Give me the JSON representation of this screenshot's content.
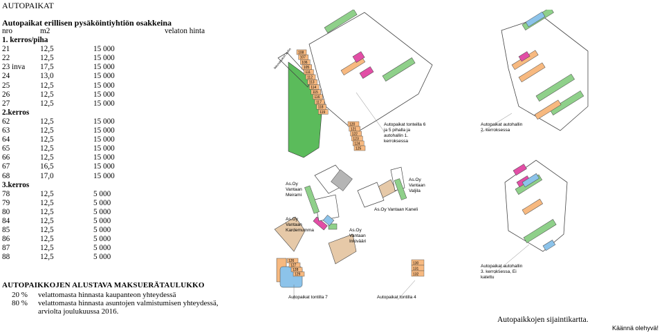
{
  "title": "AUTOPAIKAT",
  "subtitle": "Autopaikat erillisen pysäköintiyhtiön osakkeina",
  "table": {
    "header": {
      "nro": "nro",
      "m2": "m2",
      "price": "velaton hinta"
    },
    "sections": [
      {
        "label": "1. kerros/piha",
        "rows": [
          {
            "nro": "21",
            "m2": "12,5",
            "price": "15 000"
          },
          {
            "nro": "22",
            "m2": "12,5",
            "price": "15 000"
          },
          {
            "nro": "23 inva",
            "m2": "17,5",
            "price": "15 000"
          },
          {
            "nro": "24",
            "m2": "13,0",
            "price": "15 000"
          },
          {
            "nro": "25",
            "m2": "12,5",
            "price": "15 000"
          },
          {
            "nro": "26",
            "m2": "12,5",
            "price": "15 000"
          },
          {
            "nro": "27",
            "m2": "12,5",
            "price": "15 000"
          }
        ]
      },
      {
        "label": "2.kerros",
        "rows": [
          {
            "nro": "62",
            "m2": "12,5",
            "price": "15 000"
          },
          {
            "nro": "63",
            "m2": "12,5",
            "price": "15 000"
          },
          {
            "nro": "64",
            "m2": "12,5",
            "price": "15 000"
          },
          {
            "nro": "65",
            "m2": "12,5",
            "price": "15 000"
          },
          {
            "nro": "66",
            "m2": "12,5",
            "price": "15 000"
          },
          {
            "nro": "67",
            "m2": "16,5",
            "price": "15 000"
          },
          {
            "nro": "68",
            "m2": "17,0",
            "price": "15 000"
          }
        ]
      },
      {
        "label": "3.kerros",
        "rows": [
          {
            "nro": "78",
            "m2": "12,5",
            "price": "5 000"
          },
          {
            "nro": "79",
            "m2": "12,5",
            "price": "5 000"
          },
          {
            "nro": "80",
            "m2": "12,5",
            "price": "5 000"
          },
          {
            "nro": "84",
            "m2": "12,5",
            "price": "5 000"
          },
          {
            "nro": "85",
            "m2": "12,5",
            "price": "5 000"
          },
          {
            "nro": "86",
            "m2": "12,5",
            "price": "5 000"
          },
          {
            "nro": "87",
            "m2": "12,5",
            "price": "5 000"
          },
          {
            "nro": "88",
            "m2": "12,5",
            "price": "5 000"
          }
        ]
      }
    ]
  },
  "schedule": {
    "heading": "AUTOPAIKKOJEN ALUSTAVA MAKSUERÄTAULUKKO",
    "rows": [
      {
        "pct": "20 %",
        "text": "velattomasta hinnasta kaupanteon yhteydessä"
      },
      {
        "pct": "80 %",
        "text": "velattomasta hinnasta asuntojen valmistumisen yhteydessä,"
      },
      {
        "pct": "",
        "text": "arviolta joulukuussa 2016."
      }
    ]
  },
  "map": {
    "labels": {
      "street": "Ikkunaaukon aukio",
      "ground": "Autopaikat tonteilla 6 ja 5 pihalla ja autohallin 1. kerroksessa",
      "floor2": "Autopaikat autohallin 2. kerroksessa",
      "floor3": "Autopaikat autohallin 3. kerroksessa, Ei katettu",
      "plot7": "Autopaikat tontilla 7",
      "plot4": "Autopaikat tontilla 4",
      "meirami": "As.Oy Vantaan Meirami",
      "valjila": "As.Oy Vantaan Valjila",
      "kaneli": "As.Oy Vantaan Kaneli",
      "kardemumma": "As.Oy Vantaan Kardemumma",
      "inkivaari": "As.Oy Vantaan Inkivääri"
    },
    "spots_upper": [
      "108",
      "107",
      "106",
      "105",
      "111",
      "112",
      "113",
      "114",
      "115",
      "116",
      "117",
      "118",
      "119"
    ],
    "spots_lower": [
      "120",
      "121",
      "122",
      "123",
      "124",
      "125"
    ],
    "spots_plot7": [
      "126",
      "127",
      "128",
      "129"
    ],
    "spots_plot4": [
      "130",
      "131",
      "132"
    ],
    "colors": {
      "orange": "#f7b980",
      "green": "#8fd08a",
      "pink": "#e24ea6",
      "blue": "#8cc3ea",
      "lawn": "#5bbb5b",
      "sand": "#e6c9a8"
    }
  },
  "caption": "Autopaikkojen sijaintikartta.",
  "turn_text": "Käännä olehyvä!"
}
